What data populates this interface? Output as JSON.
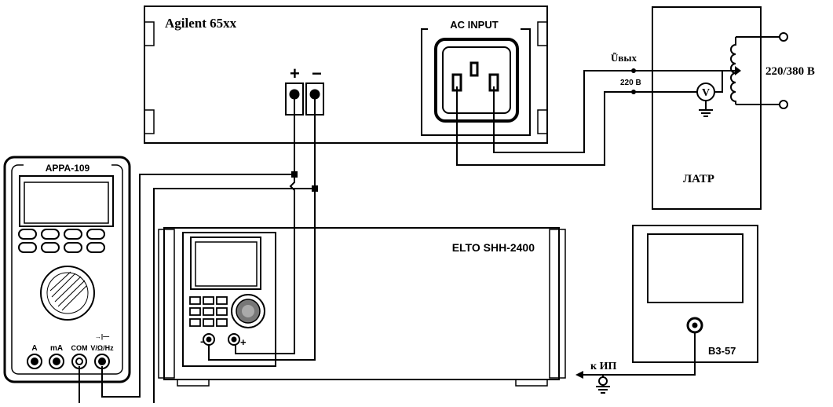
{
  "devices": {
    "power_supply": {
      "name": "Agilent 65xx",
      "ac_input": "AC INPUT",
      "plus": "+",
      "minus": "−"
    },
    "multimeter": {
      "name": "APPA-109",
      "jacks": [
        "A",
        "mA",
        "COM",
        "V/Ω/Hz"
      ],
      "diode_symbol": "→|—"
    },
    "electronic_load": {
      "name": "ELTO SHH-2400",
      "minus": "−",
      "plus": "+"
    },
    "autotransformer": {
      "name": "ЛАТР",
      "supply_voltage": "220/380 В",
      "meter_symbol": "V"
    },
    "voltmeter": {
      "name": "B3-57"
    }
  },
  "labels": {
    "u_out": "Ũвых",
    "u_out_value": "220 В",
    "to_source": "к ИП"
  },
  "colors": {
    "ink": "#000000",
    "paper": "#ffffff",
    "screen": "#f4f4f4"
  }
}
